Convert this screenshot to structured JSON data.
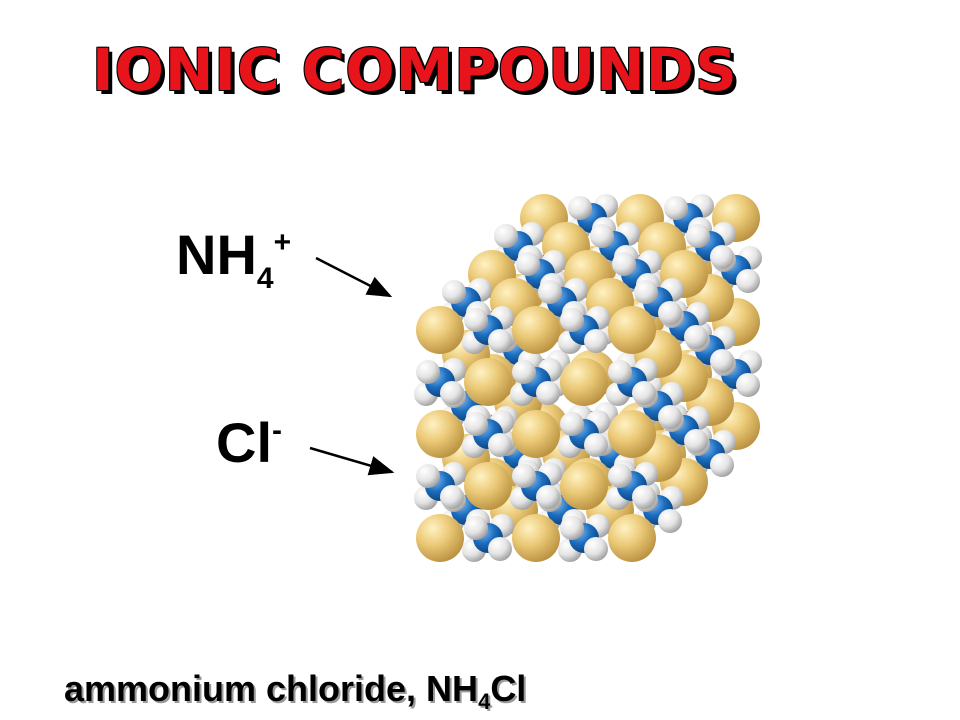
{
  "title": "IONIC COMPOUNDS",
  "labels": {
    "cation": {
      "main": "NH",
      "sub": "4",
      "sup": "+"
    },
    "anion": {
      "main": "Cl",
      "sup": "-"
    }
  },
  "caption": {
    "text": "ammonium chloride, NH",
    "sub": "4",
    "tail": "Cl"
  },
  "colors": {
    "title": "#e8141c",
    "chloride": "#e9c46a",
    "nitrogen": "#1c6ec0",
    "hydrogen": "#e6e6e6"
  }
}
